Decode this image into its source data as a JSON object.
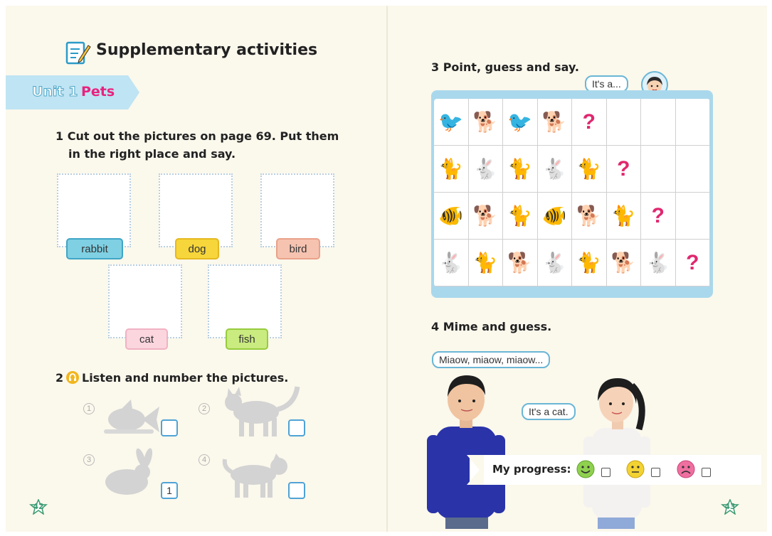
{
  "header": {
    "title": "Supplementary activities"
  },
  "unit": {
    "number": "Unit 1",
    "name": "Pets"
  },
  "activity1": {
    "instruction_line1": "1  Cut out the pictures on page 69. Put them",
    "instruction_line2": "in the right place and say.",
    "labels": [
      "rabbit",
      "dog",
      "bird",
      "cat",
      "fish"
    ]
  },
  "activity2": {
    "number": "2",
    "instruction": "Listen and number the pictures.",
    "items": [
      {
        "num": "1",
        "animal": "fish",
        "answer": ""
      },
      {
        "num": "2",
        "animal": "cat",
        "answer": ""
      },
      {
        "num": "3",
        "animal": "rabbit",
        "answer": "1"
      },
      {
        "num": "4",
        "animal": "dog",
        "answer": ""
      }
    ]
  },
  "activity3": {
    "instruction": "3  Point, guess and say.",
    "speech": "It's a...",
    "mark": "?"
  },
  "activity4": {
    "instruction": "4  Mime and guess.",
    "boy_speech": "Miaow, miaow, miaow...",
    "girl_speech": "It's a cat."
  },
  "progress": {
    "label": "My progress:",
    "faces": [
      "happy",
      "neutral",
      "sad"
    ]
  },
  "colors": {
    "happy": "#8fd14f",
    "neutral": "#f3d233",
    "sad": "#ef6fa0",
    "grid_frame": "#a9d8ec",
    "accent_pink": "#e8237f"
  },
  "pages": {
    "left": "42",
    "right": "43"
  }
}
